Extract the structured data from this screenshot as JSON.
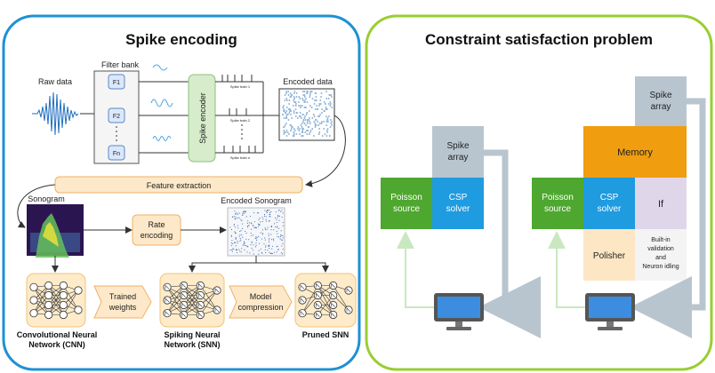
{
  "left": {
    "title": "Spike encoding",
    "raw_data": "Raw data",
    "filter_bank": "Filter bank",
    "filters": [
      "F1",
      "F2",
      "Fn"
    ],
    "spike_encoder": "Spike encoder",
    "spike_trains": [
      "Spike train 1",
      "Spike train 2",
      "Spike train n"
    ],
    "encoded_data": "Encoded data",
    "feature_extraction": "Feature extraction",
    "sonogram": "Sonogram",
    "rate_encoding": [
      "Rate",
      "encoding"
    ],
    "encoded_sonogram": "Encoded Sonogram",
    "trained_weights": [
      "Trained",
      "weights"
    ],
    "model_compression": [
      "Model",
      "compression"
    ],
    "cnn_label": [
      "Convolutional Neural",
      "Network (CNN)"
    ],
    "snn_label": [
      "Spiking Neural",
      "Network (SNN)"
    ],
    "pruned_label": "Pruned SNN"
  },
  "right": {
    "title": "Constraint satisfaction problem",
    "spike_array": [
      "Spike",
      "array"
    ],
    "poisson_source": [
      "Poisson",
      "source"
    ],
    "csp_solver": [
      "CSP",
      "solver"
    ],
    "memory": "Memory",
    "if_label": "If",
    "polisher": "Polisher",
    "builtin": [
      "Built-in",
      "validation",
      "and",
      "Neuron idling"
    ]
  },
  "colors": {
    "left_border": "#1e90d6",
    "right_border": "#9acd32",
    "green": "#4ea72e",
    "blue": "#1f9be0",
    "orange": "#f09d10",
    "gray": "#b8c5cf",
    "lavender": "#e0d6ea",
    "peach": "#fde6c4",
    "box_fill": "#fde9c9",
    "box_stroke": "#f2b066"
  }
}
